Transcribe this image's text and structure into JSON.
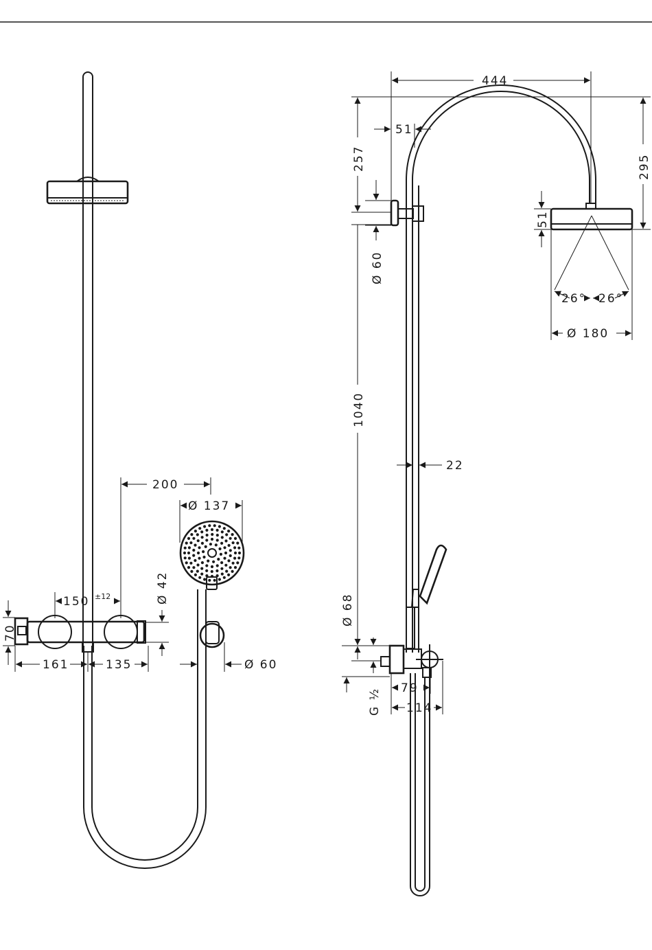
{
  "left_view": {
    "dim_200": "200",
    "dim_137": "Ø 137",
    "dim_150": "150",
    "dim_150_tol": "±12",
    "dim_42": "Ø 42",
    "dim_70": "70",
    "dim_161": "161",
    "dim_135": "135",
    "dim_60": "Ø 60"
  },
  "right_view": {
    "dim_444": "444",
    "dim_51_top": "51",
    "dim_257": "257",
    "dim_295": "295",
    "dim_51_head": "51",
    "dim_60": "Ø 60",
    "dim_26_left": "26°",
    "dim_26_right": "26°",
    "dim_180": "Ø 180",
    "dim_1040": "1040",
    "dim_22": "22",
    "dim_68": "Ø 68",
    "dim_g": "G ½",
    "dim_79": "79",
    "dim_114": "114"
  }
}
